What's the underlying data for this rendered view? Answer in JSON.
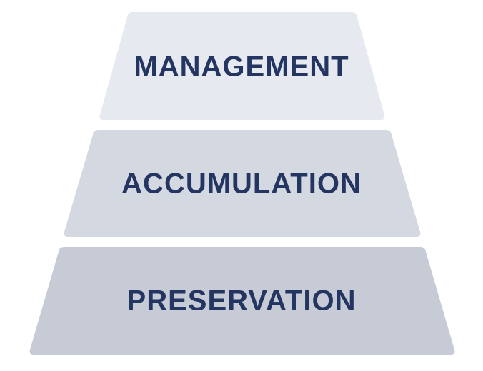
{
  "pyramid": {
    "text_color": "#233560",
    "tiers": [
      {
        "label": "MANAGEMENT",
        "fill": "#e6e9f0"
      },
      {
        "label": "ACCUMULATION",
        "fill": "#d4d8e1"
      },
      {
        "label": "PRESERVATION",
        "fill": "#c6cbd6"
      }
    ]
  }
}
